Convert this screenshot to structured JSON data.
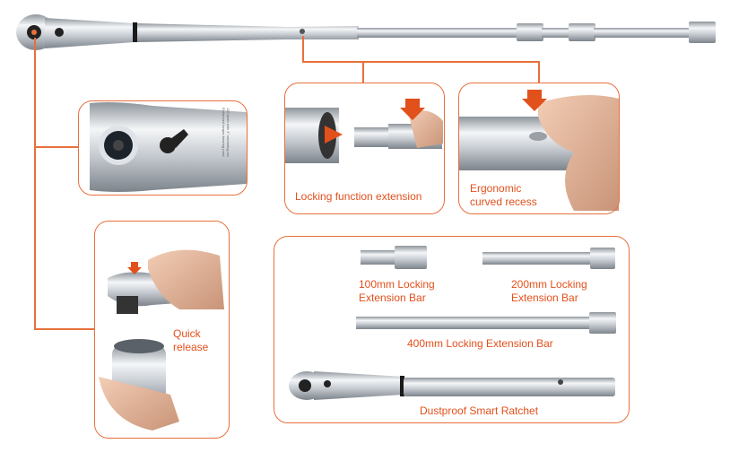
{
  "accent_color": "#e8703c",
  "label_color": "#e2501c",
  "callouts": {
    "locking": "Locking function extension",
    "ergonomic": "Ergonomic\ncurved recess",
    "quick_release": "Quick\nrelease"
  },
  "products": {
    "ext100": "100mm Locking\nExtension Bar",
    "ext200": "200mm Locking\nExtension Bar",
    "ext400": "400mm Locking Extension Bar",
    "ratchet": "Dustproof Smart Ratchet"
  },
  "engraving": "120 teeth with 3° ratcheting arc Enhanced torque-bearing pawl"
}
